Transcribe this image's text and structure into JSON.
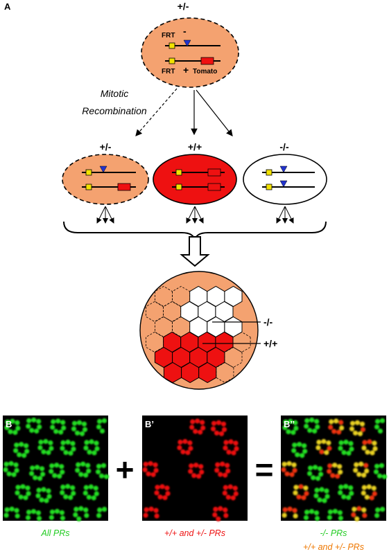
{
  "panel_a": {
    "label": "A",
    "parent": {
      "genotype": "+/-",
      "frt_top": "FRT",
      "minus": "-",
      "frt_bottom": "FRT",
      "plus": "+",
      "tomato": "Tomato"
    },
    "recombination": {
      "line1": "Mitotic",
      "line2": "Recombination"
    },
    "daughters": [
      {
        "genotype": "+/-"
      },
      {
        "genotype": "+/+"
      },
      {
        "genotype": "-/-"
      }
    ],
    "clone_labels": {
      "homozygous_mutant": "-/-",
      "homozygous_wt": "+/+"
    }
  },
  "panel_b": {
    "label": "B",
    "caption": "All PRs",
    "operator": "+"
  },
  "panel_b1": {
    "label": "B’",
    "caption": "+/+ and +/- PRs",
    "operator": "="
  },
  "panel_b2": {
    "label": "B’’",
    "caption_line1": "-/- PRs",
    "caption_line2": "+/+ and +/- PRs"
  },
  "colors": {
    "heterozygous": "#f4a270",
    "tomato": "#ee1111",
    "mutant": "#ffffff",
    "gfp": "#22dd22",
    "marker_box": "#f2e200",
    "triangle": "#2233cc",
    "caption_orange": "#ee7700"
  }
}
